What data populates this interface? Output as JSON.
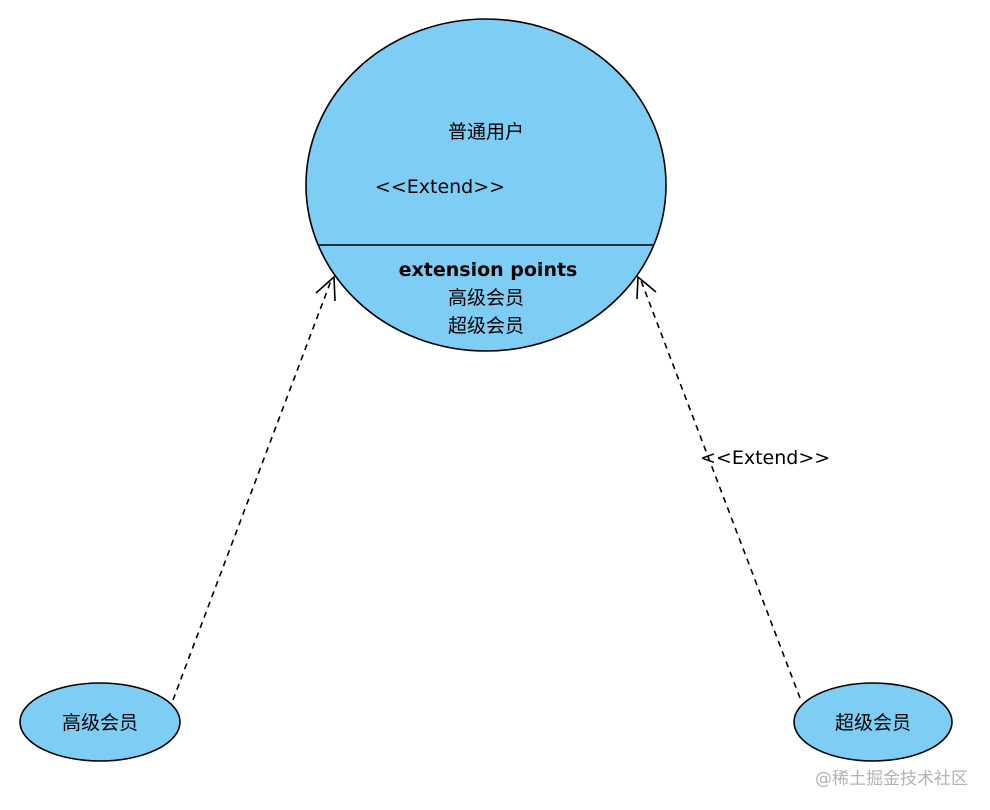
{
  "main_usecase": {
    "name": "普通用户",
    "stereotype": "<<Extend>>",
    "extension_points_title": "extension points",
    "extension_points": [
      "高级会员",
      "超级会员"
    ]
  },
  "left_usecase": {
    "name": "高级会员"
  },
  "right_usecase": {
    "name": "超级会员"
  },
  "right_relation": {
    "label": "<<Extend>>"
  },
  "watermark": {
    "text": "@稀土掘金技术社区"
  },
  "colors": {
    "usecase_fill": "#7dcdf4",
    "stroke": "#000000",
    "watermark": "#b3b3b3"
  }
}
